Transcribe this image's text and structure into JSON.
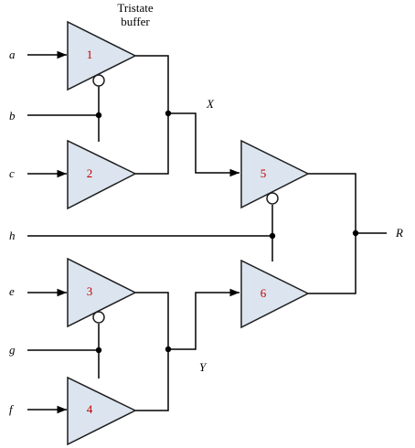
{
  "caption": {
    "line1": "Tristate",
    "line2": "buffer"
  },
  "inputs": [
    "a",
    "b",
    "c",
    "h",
    "e",
    "g",
    "f"
  ],
  "nodes": {
    "x": "X",
    "y": "Y"
  },
  "output": "R",
  "buffers": [
    "1",
    "2",
    "3",
    "4",
    "5",
    "6"
  ],
  "colors": {
    "wire": "#000000",
    "buffer_fill": "#dbe4ef",
    "buffer_stroke": "#1f1f1f",
    "buffer_number": "#c00000"
  }
}
